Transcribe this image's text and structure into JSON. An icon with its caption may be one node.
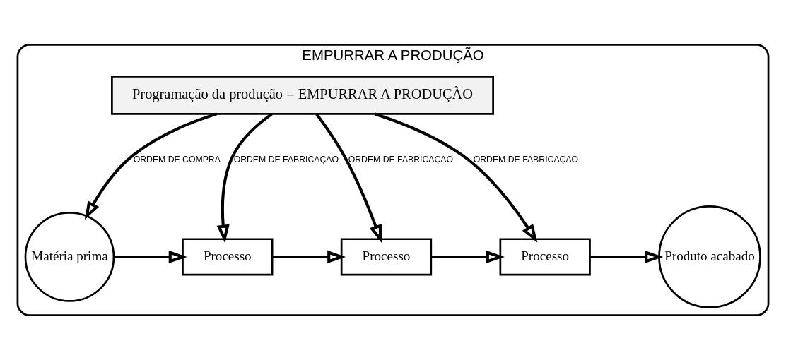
{
  "diagram": {
    "nodes": [
      {
        "text": [
          "EMPURRAR A PRODUÇÃO"
        ]
      },
      {
        "text": [
          "Programação da produção = EMPURRAR A PRODUÇÃO"
        ],
        "in": 0
      },
      {
        "text": [
          "Matéria prima"
        ],
        "in": 0
      },
      {
        "text": [
          "Processo"
        ],
        "in": 0
      },
      {
        "text": [
          "Processo"
        ],
        "in": 0
      },
      {
        "text": [
          "Processo"
        ],
        "in": 0
      },
      {
        "text": [
          "Produto acabado"
        ],
        "in": 0
      }
    ],
    "edges": [
      {
        "from": 1,
        "to": 2,
        "arrow": "to",
        "label": "ORDEM DE COMPRA"
      },
      {
        "from": 1,
        "to": 3,
        "arrow": "to",
        "label": "ORDEM DE FABRICAÇÃO"
      },
      {
        "from": 1,
        "to": 4,
        "arrow": "to",
        "label": "ORDEM DE FABRICAÇÃO"
      },
      {
        "from": 1,
        "to": 5,
        "arrow": "to",
        "label": "ORDEM DE FABRICAÇÃO"
      },
      {
        "from": 2,
        "to": 3,
        "arrow": "to"
      },
      {
        "from": 3,
        "to": 4,
        "arrow": "to"
      },
      {
        "from": 4,
        "to": 5,
        "arrow": "to"
      },
      {
        "from": 5,
        "to": 6,
        "arrow": "to"
      }
    ]
  }
}
